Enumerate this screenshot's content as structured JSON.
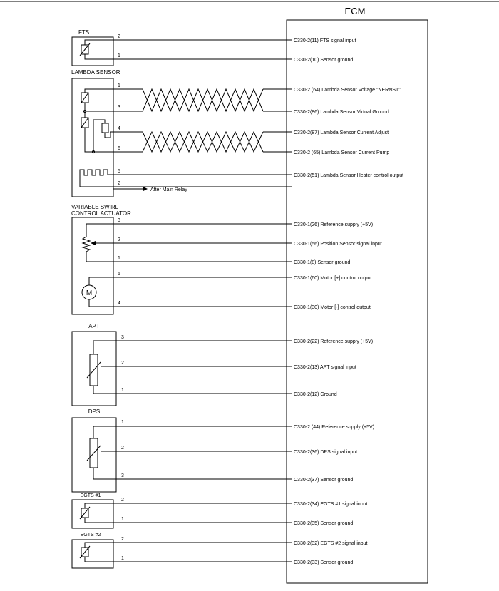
{
  "ecm_title": "ECM",
  "components": [
    {
      "label": "FTS",
      "pins": [
        "2",
        "1"
      ],
      "signals": [
        "C330-2(11) FTS signal input",
        "C330-2(10) Sensor ground"
      ]
    },
    {
      "label": "LAMBDA SENSOR",
      "pins": [
        "1",
        "3",
        "4",
        "6",
        "5",
        "2"
      ],
      "signals": [
        "C330-2  (64) Lambda Sensor Voltage \"NERNST\"",
        "C330-2(86) Lambda Sensor Virtual Ground",
        "C330-2(87) Lambda Sensor Current Adjust",
        "C330-2  (65) Lambda Sensor Current Pump",
        "C330-2(51) Lambda Sensor Heater control output"
      ],
      "relay_note": "After Main Relay"
    },
    {
      "label_line1": "VARIABLE SWIRL",
      "label_line2": "CONTROL ACTUATOR",
      "pins": [
        "3",
        "2",
        "1",
        "5",
        "4"
      ],
      "signals": [
        "C330-1(26) Reference supply (+5V)",
        "C330-1(56) Position Sensor signal input",
        "C330-1(8) Sensor ground",
        "C330-1(60) Motor [+] control output",
        "C330-1(30) Motor [-] control output"
      ],
      "motor_symbol": "M"
    },
    {
      "label": "APT",
      "pins": [
        "3",
        "2",
        "1"
      ],
      "signals": [
        "C330-2(22) Reference supply (+5V)",
        "C330-2(13) APT signal input",
        "C330-2(12) Ground"
      ]
    },
    {
      "label": "DPS",
      "pins": [
        "1",
        "2",
        "3"
      ],
      "signals": [
        "C330-2 (44) Reference supply (+5V)",
        "C330-2(36) DPS signal input",
        "C330-2(37) Sensor ground"
      ]
    },
    {
      "label": "EGTS #1",
      "pins": [
        "2",
        "1"
      ],
      "signals": [
        "C330-2(34) EGTS #1 signal input",
        "C330-2(35) Sensor ground"
      ]
    },
    {
      "label": "EGTS #2",
      "pins": [
        "2",
        "1"
      ],
      "signals": [
        "C330-2(32) EGTS #2 signal input",
        "C330-2(33) Sensor ground"
      ]
    }
  ]
}
